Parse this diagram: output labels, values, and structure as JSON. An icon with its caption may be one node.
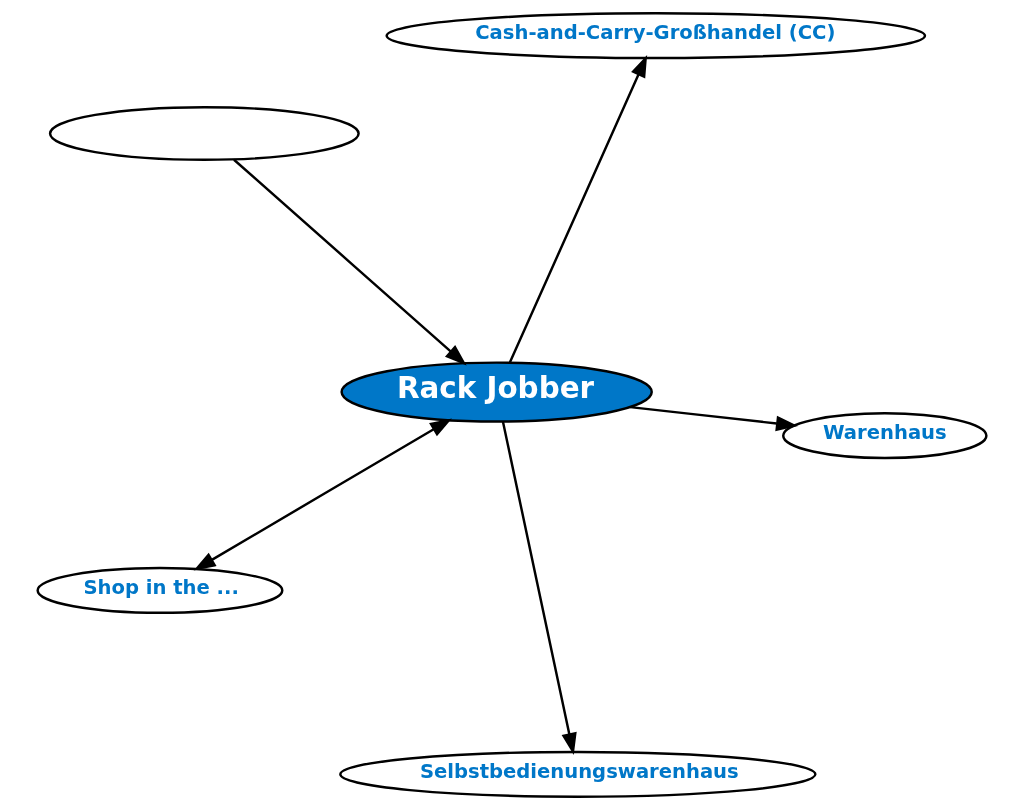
{
  "diagram": {
    "nodes": [
      {
        "text": [],
        "shape": "ellipse"
      },
      {
        "text": [
          "Warenhaus"
        ]
      },
      {
        "text": [
          "Selbstbedienungswarenhaus"
        ]
      },
      {
        "text": [
          "Rack Jobber"
        ]
      },
      {
        "text": [
          "Cash-and-Carry-Großhandel (CC)"
        ]
      },
      {
        "text": [
          "Shop in the ..."
        ]
      }
    ],
    "edges": [
      {
        "from": 0,
        "to": 3,
        "arrow": "to"
      },
      {
        "from": 3,
        "to": 1,
        "arrow": "to"
      },
      {
        "from": 3,
        "to": 2,
        "arrow": "to"
      },
      {
        "from": 3,
        "to": 4,
        "arrow": "to"
      },
      {
        "from": 3,
        "to": 5,
        "arrow": "both"
      }
    ]
  }
}
